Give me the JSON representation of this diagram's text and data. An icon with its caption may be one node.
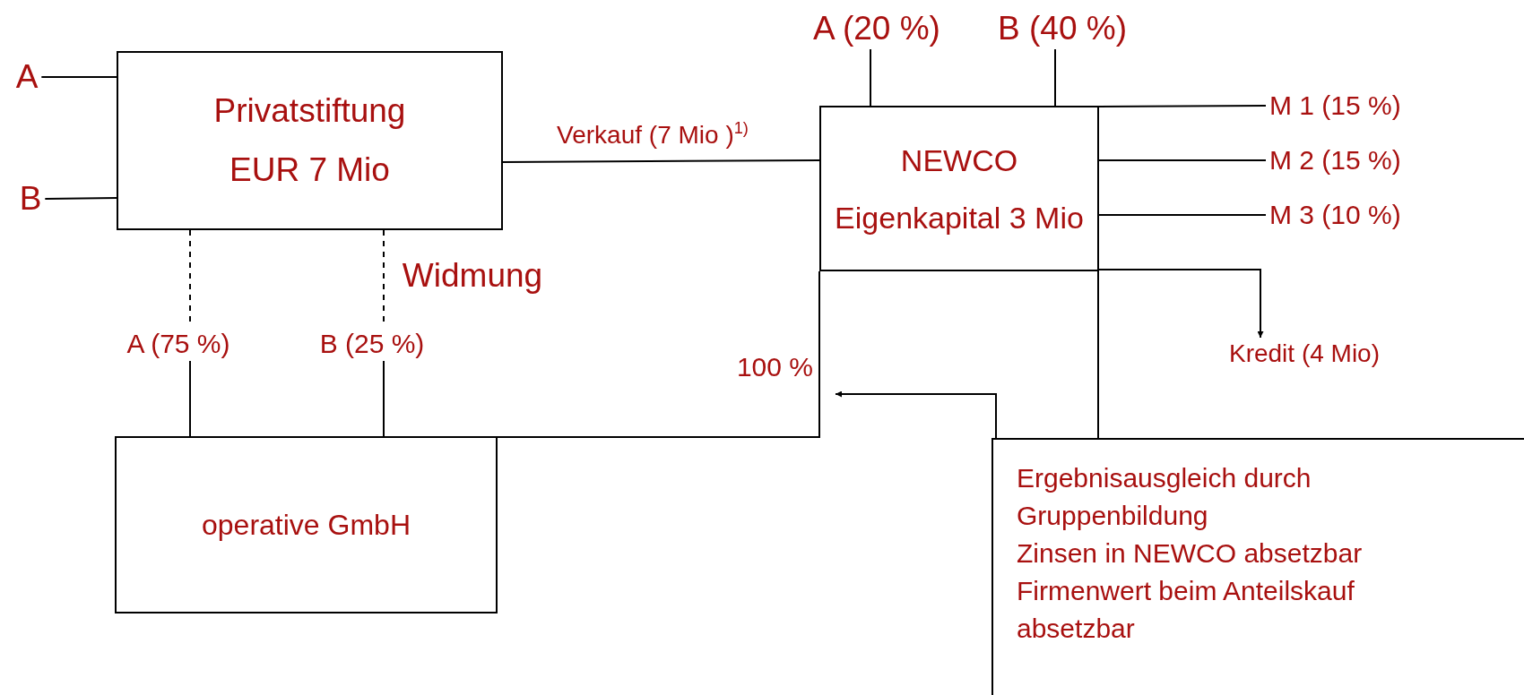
{
  "diagram": {
    "nodes": [
      {
        "text": [
          "A"
        ]
      },
      {
        "text": [
          "B"
        ]
      },
      {
        "text": [
          "Privatstiftung",
          "EUR 7 Mio"
        ]
      },
      {
        "text": [
          "A (20 %)"
        ]
      },
      {
        "text": [
          "B (40 %)"
        ]
      },
      {
        "text": [
          "NEWCO",
          "Eigenkapital 3 Mio"
        ]
      },
      {
        "text": [
          "M 1 (15 %)"
        ]
      },
      {
        "text": [
          "M 2 (15 %)"
        ]
      },
      {
        "text": [
          "M 3 (10 %)"
        ]
      },
      {
        "text": [
          "A  (75 %)"
        ]
      },
      {
        "text": [
          "B  (25 %)"
        ]
      },
      {
        "text": [
          "Kredit (4 Mio)"
        ]
      },
      {
        "text": [
          "operative GmbH"
        ]
      },
      {
        "text": [
          "Ergebnisausgleich durch Gruppenbildung",
          "Zinsen in NEWCO absetzbar",
          "Firmenwert beim Anteilskauf absetzbar"
        ]
      }
    ],
    "edges": [
      {
        "from": 0,
        "to": 2,
        "arrow": "none"
      },
      {
        "from": 1,
        "to": 2,
        "arrow": "none"
      },
      {
        "from": 2,
        "to": 5,
        "arrow": "none",
        "label": "Verkauf (7 Mio )$^{1)}$"
      },
      {
        "from": 3,
        "to": 5,
        "arrow": "none"
      },
      {
        "from": 4,
        "to": 5,
        "arrow": "none"
      },
      {
        "from": 5,
        "to": 6,
        "arrow": "none"
      },
      {
        "from": 5,
        "to": 7,
        "arrow": "none"
      },
      {
        "from": 5,
        "to": 8,
        "arrow": "none"
      },
      {
        "from": 2,
        "to": 9,
        "arrow": "none",
        "style": "dashed"
      },
      {
        "from": 2,
        "to": 10,
        "arrow": "none",
        "style": "dashed"
      },
      {
        "from": 9,
        "to": 12,
        "arrow": "none"
      },
      {
        "from": 10,
        "to": 12,
        "arrow": "none"
      },
      {
        "from": 5,
        "to": 11,
        "arrow": "to"
      },
      {
        "from": 12,
        "to": 5,
        "arrow": "none",
        "label": "100 %"
      },
      {
        "from": 13,
        "to": null,
        "arrow": "to"
      },
      {
        "from": 5,
        "to": 13,
        "arrow": "none"
      }
    ],
    "labels": [
      "Widmung"
    ]
  }
}
